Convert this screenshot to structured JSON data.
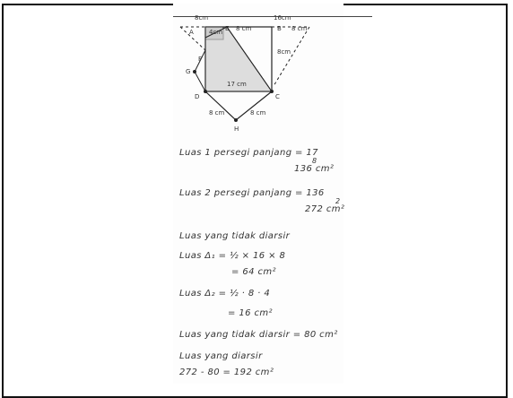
{
  "figure": {
    "top_dims": [
      "8cm",
      "16cm"
    ],
    "labels": {
      "A": "A",
      "E": "E",
      "B": "B",
      "G": "G",
      "F": "F",
      "D": "D",
      "C": "C",
      "H": "H",
      "aE": "4cm",
      "EF": "8 cm",
      "BB": "8 cm",
      "side_right": "8cm",
      "diag": "17 cm",
      "dh": "8 cm",
      "hc": "8 cm",
      "ae_short": "4cm"
    }
  },
  "work": {
    "line1": "Luas 1 persegi panjang = 17",
    "line1b": "8",
    "line1c": "136 cm²",
    "line2": "Luas 2 persegi panjang = 136",
    "line2b": "2",
    "line2c": "272 cm²",
    "line3": "Luas yang tidak diarsir",
    "line4a": "Luas Δ₁ = ½ × 16 × 8",
    "line4b": "= 64 cm²",
    "line5a": "Luas Δ₂ = ½ · 8 · 4",
    "line5b": "= 16 cm²",
    "line6": "Luas yang tidak diarsir = 80 cm²",
    "line7": "Luas yang diarsir",
    "line8": "272 - 80 = 192 cm²"
  }
}
